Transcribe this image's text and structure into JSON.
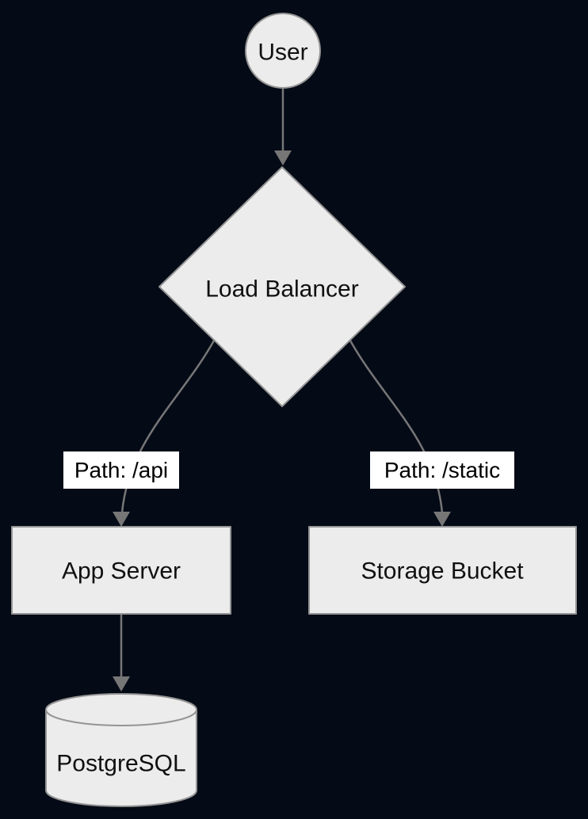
{
  "diagram": {
    "type": "flowchart",
    "direction": "top-down",
    "colors": {
      "background": "#040a16",
      "node_fill": "#ececec",
      "node_stroke": "#949494",
      "edge_stroke": "#767676",
      "node_text": "#101010",
      "edge_label_background": "#ffffff",
      "edge_label_text": "#000000"
    },
    "nodes": [
      {
        "id": "user",
        "shape": "circle",
        "label": "User"
      },
      {
        "id": "load-balancer",
        "shape": "diamond",
        "label": "Load Balancer"
      },
      {
        "id": "app-server",
        "shape": "rectangle",
        "label": "App Server"
      },
      {
        "id": "storage-bucket",
        "shape": "rectangle",
        "label": "Storage Bucket"
      },
      {
        "id": "postgresql",
        "shape": "cylinder",
        "label": "PostgreSQL"
      }
    ],
    "edges": [
      {
        "from": "User",
        "to": "Load Balancer",
        "label": ""
      },
      {
        "from": "Load Balancer",
        "to": "App Server",
        "label": "Path: /api"
      },
      {
        "from": "Load Balancer",
        "to": "Storage Bucket",
        "label": "Path: /static"
      },
      {
        "from": "App Server",
        "to": "PostgreSQL",
        "label": ""
      }
    ]
  }
}
